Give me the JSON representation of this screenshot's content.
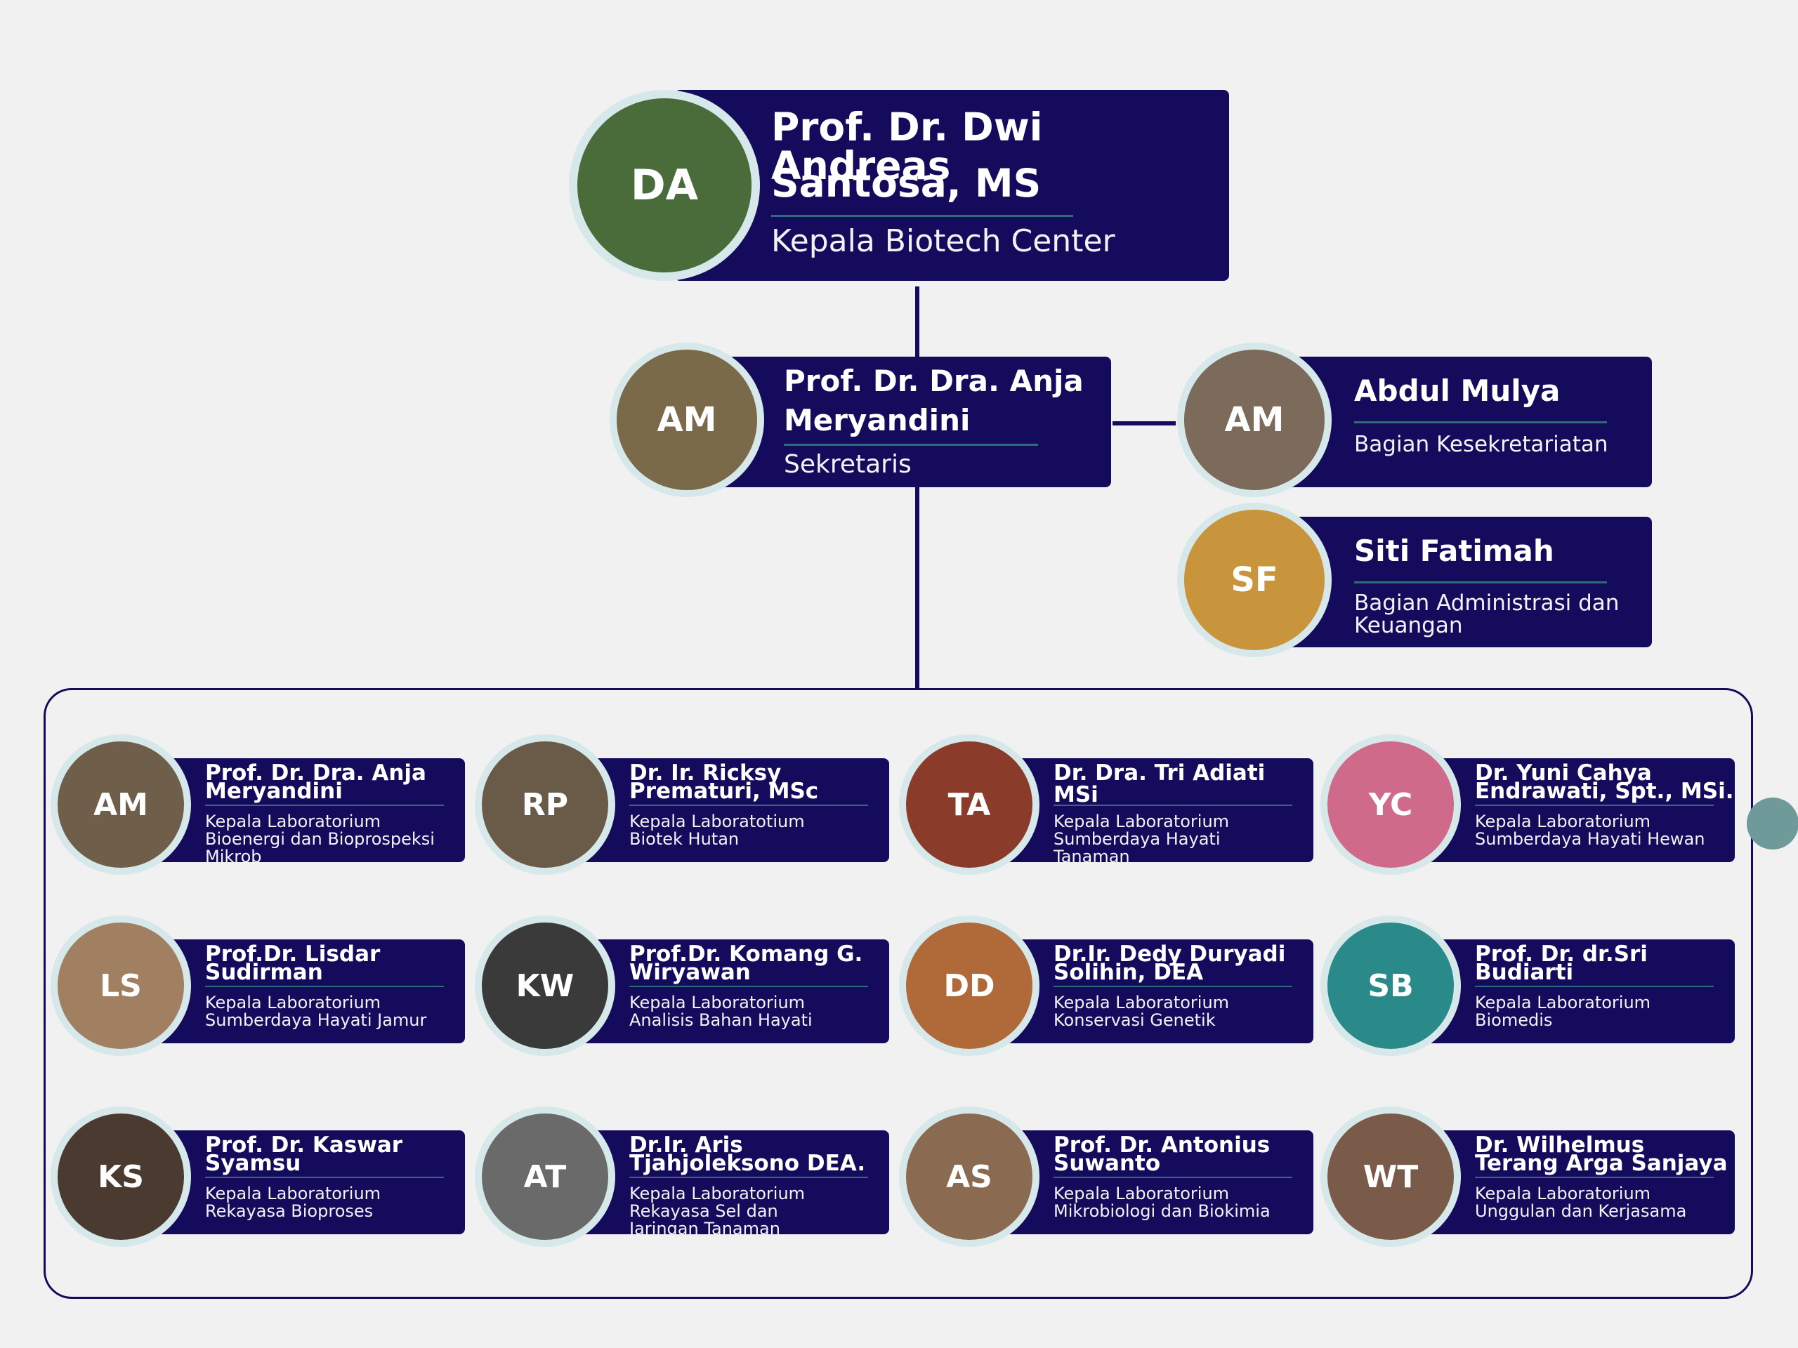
{
  "head": {
    "name_line1": "Prof. Dr. Dwi Andreas",
    "name_line2": "Santosa, MS",
    "role": "Kepala Biotech Center",
    "icon": "person-photo",
    "initials": "DA",
    "color": "#4a6b3a"
  },
  "secretary": {
    "name_line1": "Prof. Dr. Dra. Anja",
    "name_line2": "Meryandini",
    "role": "Sekretaris",
    "icon": "person-photo",
    "initials": "AM",
    "color": "#7a6a4a"
  },
  "staff": [
    {
      "name": "Abdul Mulya",
      "role_line1": "Bagian Kesekretariatan",
      "role_line2": "",
      "initials": "AM",
      "color": "#7c6a5a"
    },
    {
      "name": "Siti Fatimah",
      "role_line1": "Bagian Administrasi dan",
      "role_line2": "Keuangan",
      "initials": "SF",
      "color": "#c9953c"
    }
  ],
  "labs": [
    {
      "n1": "Prof. Dr. Dra. Anja",
      "n2": "Meryandini",
      "r1": "Kepala Laboratorium",
      "r2": "Bioenergi dan Bioprospeksi",
      "r3": "Mikrob",
      "initials": "AM",
      "color": "#6f5f4a"
    },
    {
      "n1": "Dr. Ir. Ricksy",
      "n2": "Prematuri, MSc",
      "r1": "Kepala Laboratotium",
      "r2": "Biotek Hutan",
      "r3": "",
      "initials": "RP",
      "color": "#6a5a48"
    },
    {
      "n1": "Dr. Dra. Tri Adiati MSi",
      "n2": "",
      "r1": "Kepala Laboratorium",
      "r2": "Sumberdaya Hayati",
      "r3": "Tanaman",
      "initials": "TA",
      "color": "#8a3b2a"
    },
    {
      "n1": "Dr. Yuni Cahya",
      "n2": "Endrawati, Spt., MSi.",
      "r1": "Kepala Laboratorium",
      "r2": "Sumberdaya Hayati Hewan",
      "r3": "",
      "initials": "YC",
      "color": "#d06a8a"
    },
    {
      "n1": "Prof.Dr. Lisdar",
      "n2": "Sudirman",
      "r1": "Kepala Laboratorium",
      "r2": "Sumberdaya Hayati Jamur",
      "r3": "",
      "initials": "LS",
      "color": "#a08060"
    },
    {
      "n1": "Prof.Dr. Komang G.",
      "n2": "Wiryawan",
      "r1": "Kepala Laboratorium",
      "r2": "Analisis Bahan Hayati",
      "r3": "",
      "initials": "KW",
      "color": "#3a3a3a"
    },
    {
      "n1": "Dr.Ir. Dedy Duryadi",
      "n2": "Solihin, DEA",
      "r1": "Kepala Laboratorium",
      "r2": "Konservasi Genetik",
      "r3": "",
      "initials": "DD",
      "color": "#b06a3a"
    },
    {
      "n1": "Prof. Dr. dr.Sri",
      "n2": "Budiarti",
      "r1": "Kepala Laboratorium",
      "r2": "Biomedis",
      "r3": "",
      "initials": "SB",
      "color": "#2a8a8a"
    },
    {
      "n1": "Prof. Dr. Kaswar",
      "n2": "Syamsu",
      "r1": "Kepala Laboratorium",
      "r2": "Rekayasa Bioproses",
      "r3": "",
      "initials": "KS",
      "color": "#4a3a30"
    },
    {
      "n1": "Dr.Ir. Aris",
      "n2": "Tjahjoleksono DEA.",
      "r1": "Kepala Laboratorium",
      "r2": "Rekayasa Sel dan",
      "r3": "Jaringan Tanaman",
      "initials": "AT",
      "color": "#6a6a6a"
    },
    {
      "n1": "Prof. Dr. Antonius",
      "n2": "Suwanto",
      "r1": "Kepala Laboratorium",
      "r2": "Mikrobiologi dan Biokimia",
      "r3": "",
      "initials": "AS",
      "color": "#8a6a50"
    },
    {
      "n1": "Dr. Wilhelmus",
      "n2": "Terang Arga Sanjaya",
      "r1": "Kepala Laboratorium",
      "r2": "Unggulan dan Kerjasama",
      "r3": "",
      "initials": "WT",
      "color": "#7a5a48"
    }
  ]
}
